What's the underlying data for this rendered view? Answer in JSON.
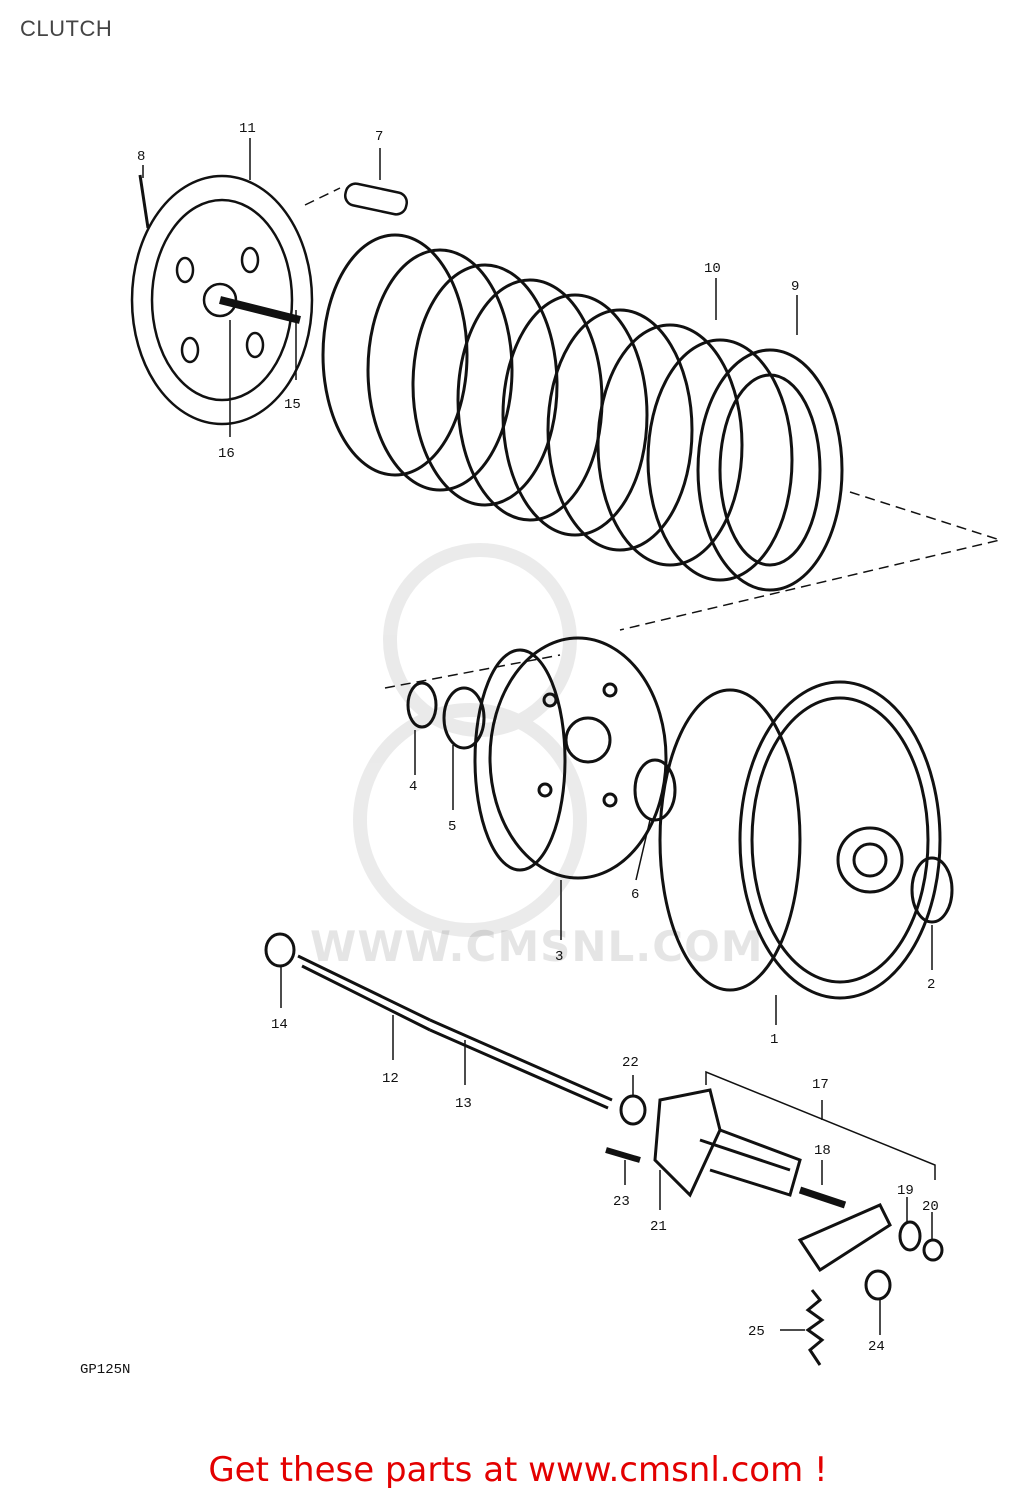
{
  "page": {
    "title": "CLUTCH"
  },
  "diagram": {
    "model_code": "GP125N",
    "watermark": "WWW.CMSNL.COM",
    "callouts": [
      "1",
      "2",
      "3",
      "4",
      "5",
      "6",
      "7",
      "8",
      "9",
      "10",
      "11",
      "12",
      "13",
      "14",
      "15",
      "16",
      "17",
      "18",
      "19",
      "20",
      "21",
      "22",
      "23",
      "24",
      "25"
    ]
  },
  "footer": {
    "cta": "Get these parts at www.cmsnl.com !"
  },
  "colors": {
    "cta": "#e30000",
    "line": "#111111"
  }
}
